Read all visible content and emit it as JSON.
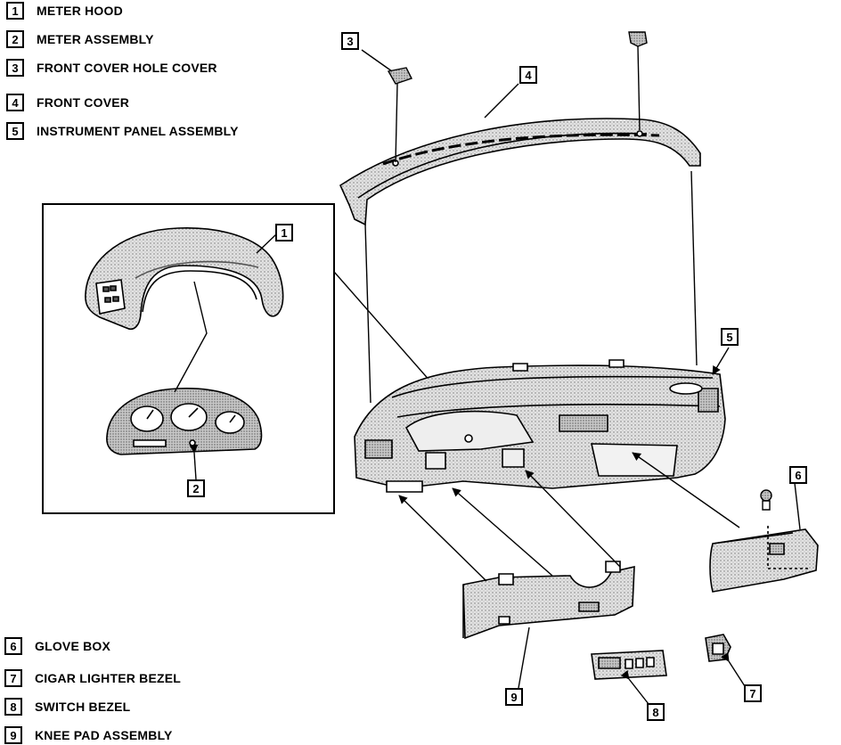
{
  "legend": [
    {
      "num": "1",
      "label": "METER HOOD"
    },
    {
      "num": "2",
      "label": "METER ASSEMBLY"
    },
    {
      "num": "3",
      "label": "FRONT COVER HOLE COVER"
    },
    {
      "num": "4",
      "label": "FRONT COVER"
    },
    {
      "num": "5",
      "label": "INSTRUMENT PANEL ASSEMBLY"
    },
    {
      "num": "6",
      "label": "GLOVE BOX"
    },
    {
      "num": "7",
      "label": "CIGAR LIGHTER BEZEL"
    },
    {
      "num": "8",
      "label": "SWITCH BEZEL"
    },
    {
      "num": "9",
      "label": "KNEE PAD ASSEMBLY"
    }
  ],
  "callouts": {
    "c1": "1",
    "c2": "2",
    "c3": "3",
    "c4": "4",
    "c5": "5",
    "c6": "6",
    "c7": "7",
    "c8": "8",
    "c9": "9"
  },
  "colors": {
    "line": "#000000",
    "panel": "#d9d9d9",
    "panel_dark": "#8c8c8c",
    "background": "#ffffff"
  }
}
